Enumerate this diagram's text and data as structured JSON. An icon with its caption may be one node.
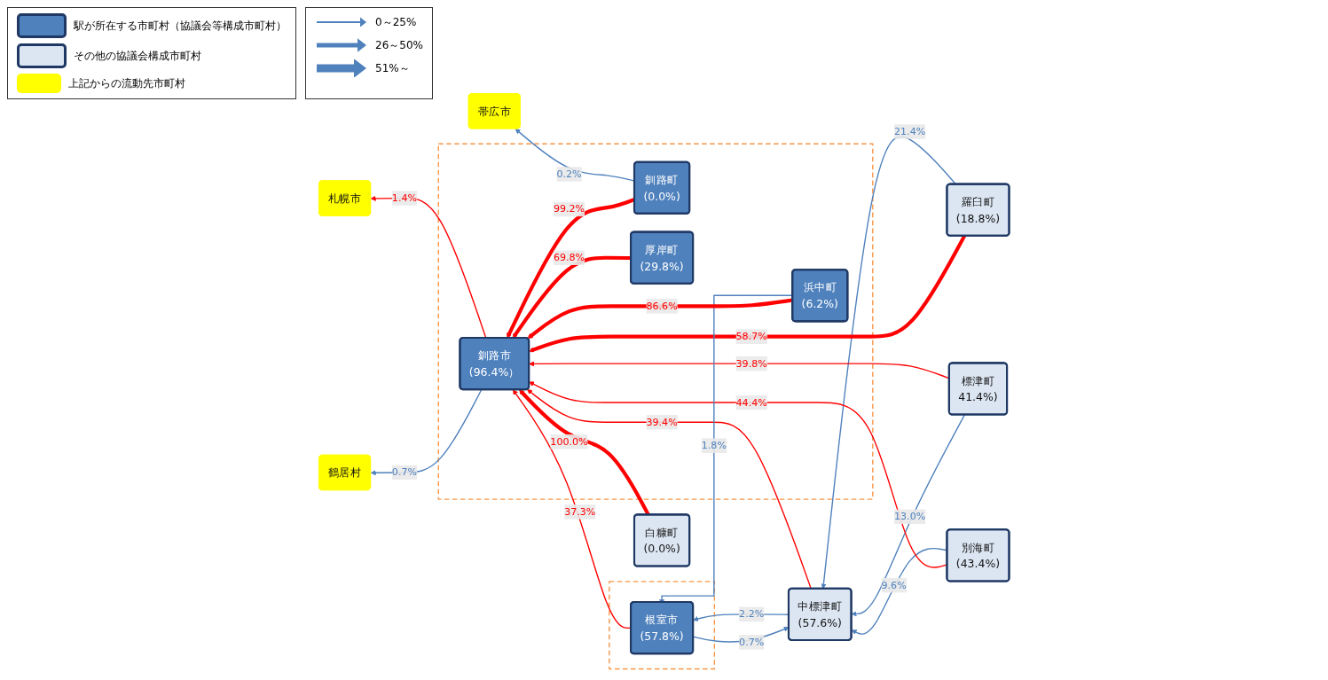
{
  "diagram": {
    "nodes": [
      {
        "text": [
          "札幌市"
        ]
      },
      {
        "text": [
          "鶴居村"
        ]
      },
      {
        "text": [
          "帯広市"
        ]
      },
      {
        "text": [
          "羅臼町",
          "(18.8%)"
        ]
      },
      {
        "text": [
          "標津町",
          "41.4%)"
        ]
      },
      {
        "text": [
          "中標津町",
          "(57.6%)"
        ]
      },
      {
        "text": [
          "別海町",
          "(43.4%)"
        ]
      },
      {
        "text": [
          "白糠町",
          "(0.0%)"
        ]
      },
      {
        "text": [],
        "shape": "box"
      },
      {
        "text": [
          "釧路市",
          "(96.4%）"
        ],
        "in": 8
      },
      {
        "text": [
          "釧路町",
          "(0.0%)"
        ],
        "in": 8
      },
      {
        "text": [
          "厚岸町",
          "(29.8%)"
        ],
        "in": 8
      },
      {
        "text": [
          "浜中町",
          "(6.2%)"
        ],
        "in": 8
      },
      {
        "text": [],
        "shape": "box"
      },
      {
        "text": [
          "根室市",
          "(57.8%)"
        ],
        "in": 13
      }
    ],
    "edges": [
      {
        "from": 9,
        "to": 0,
        "arrow": "to",
        "label": "1.4%"
      },
      {
        "from": 9,
        "to": 1,
        "arrow": "to",
        "label": "0.7%",
        "color": "#4f81bd"
      },
      {
        "from": 10,
        "to": 2,
        "arrow": "to",
        "label": "0.2%",
        "color": "#4f81bd"
      },
      {
        "from": 3,
        "to": 5,
        "arrow": "to",
        "label": "21.4%",
        "color": "#4f81bd"
      },
      {
        "from": 3,
        "to": 9,
        "arrow": "to",
        "label": "58.7%",
        "style": "thick"
      },
      {
        "from": 4,
        "to": 9,
        "arrow": "to",
        "label": "39.8%"
      },
      {
        "from": 4,
        "to": 5,
        "arrow": "to",
        "label": "13.0%",
        "color": "#4f81bd"
      },
      {
        "from": 5,
        "to": 14,
        "arrow": "to",
        "label": "2.2%",
        "color": "#4f81bd"
      },
      {
        "from": 5,
        "to": 9,
        "arrow": "to",
        "label": "39.4%"
      },
      {
        "from": 6,
        "to": 5,
        "arrow": "to",
        "label": "9.6%",
        "color": "#4f81bd"
      },
      {
        "from": 6,
        "to": 9,
        "arrow": "to",
        "label": "44.4%"
      },
      {
        "from": 14,
        "to": 5,
        "arrow": "to",
        "label": "0.7%",
        "color": "#4f81bd"
      },
      {
        "from": 7,
        "to": 9,
        "arrow": "to",
        "label": "100.0%",
        "style": "thick"
      },
      {
        "from": 10,
        "to": 9,
        "arrow": "to",
        "label": "99.2%",
        "style": "thick"
      },
      {
        "from": 12,
        "to": 14,
        "arrow": "to",
        "label": "1.8%",
        "color": "#4f81bd"
      },
      {
        "from": 11,
        "to": 9,
        "arrow": "to",
        "label": "69.8%",
        "style": "thick"
      },
      {
        "from": 12,
        "to": 9,
        "arrow": "to",
        "label": "86.6%",
        "style": "thick"
      },
      {
        "from": 14,
        "to": 9,
        "arrow": "to",
        "label": "37.3%"
      }
    ],
    "legend": [
      {
        "text": "駅が所在する市町村（協議会等構成市町村）",
        "color": "#4f81bd"
      },
      {
        "text": "その他の協議会構成市町村",
        "color": "#dce6f2"
      },
      {
        "text": "上記からの流動先市町村",
        "color": "#ffff00"
      },
      {
        "text": "0～25%"
      },
      {
        "text": "26～50%"
      },
      {
        "text": "51%～"
      }
    ]
  }
}
